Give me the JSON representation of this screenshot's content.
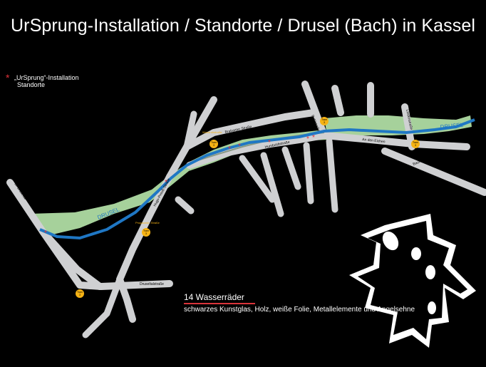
{
  "title": "UrSprung-Installation / Standorte / Drusel (Bach) in Kassel",
  "legend": {
    "marker": "*",
    "label_line1": "„UrSprung“-Installation",
    "label_line2": "Standorte"
  },
  "colors": {
    "background": "#000000",
    "road": "#cfd0d2",
    "park": "#a6d19b",
    "river": "#1f77c4",
    "marker": "#e0323a",
    "tram": "#f5b214",
    "underline": "#d9343a"
  },
  "river_labels": [
    "DRUSEL",
    "DRUSEL"
  ],
  "streets": {
    "im_druseltal": "Im Druseltal",
    "hugo_preuss": "Hugo-Preuß-Straße",
    "brabanter": "Brabanter Straße",
    "humboldt": "Humboldtstraße",
    "ruhl": "Ruhlstraße",
    "an_den_eichen": "An den Eichen",
    "lindenstrasse": "Lindenstraße",
    "baunsberg": "Baunsbergstraße",
    "drusel": "Druseltalstraße",
    "progaunstrasse": "Progaunstr.-Straße",
    "woodruhe": "Woodruhstraße"
  },
  "tram": {
    "label": "Tram",
    "number": "3"
  },
  "caption": {
    "headline": "14 Wasserräder",
    "details": "schwarzes Kunstglas, Holz, weiße Folie, Metallelemente und Angelsehne"
  },
  "logo": {
    "name": "ursprung-logo"
  }
}
